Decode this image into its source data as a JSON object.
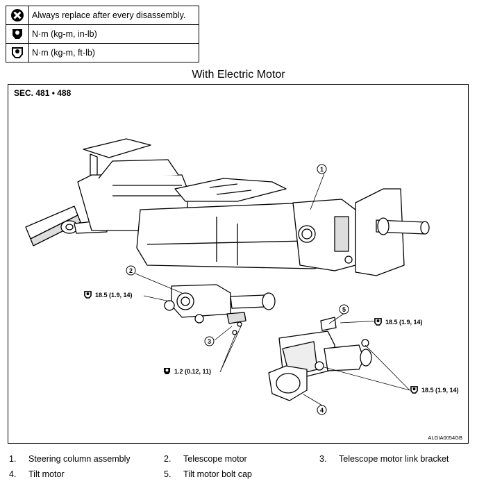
{
  "legend": {
    "rows": [
      {
        "icon": "replace-x-icon",
        "text": "Always replace after every disassembly."
      },
      {
        "icon": "torque-in-lb-icon",
        "text": "N·m (kg-m, in-lb)"
      },
      {
        "icon": "torque-ft-lb-icon",
        "text": "N·m (kg-m, ft-lb)"
      }
    ]
  },
  "title": "With Electric Motor",
  "section": "SEC. 481 • 488",
  "drawing_code": "ALGIA0054GB",
  "callouts": {
    "c1": "1",
    "c2": "2",
    "c3": "3",
    "c4": "4",
    "c5": "5"
  },
  "torques": {
    "t_left": "18.5 (1.9, 14)",
    "t_mid": "1.2 (0.12, 11)",
    "t_right_upper": "18.5 (1.9, 14)",
    "t_right_lower": "18.5 (1.9, 14)"
  },
  "parts": [
    {
      "num": "1.",
      "name": "Steering column assembly"
    },
    {
      "num": "2.",
      "name": "Telescope motor"
    },
    {
      "num": "3.",
      "name": "Telescope motor link bracket"
    },
    {
      "num": "4.",
      "name": "Tilt motor"
    },
    {
      "num": "5.",
      "name": "Tilt motor bolt cap"
    }
  ]
}
